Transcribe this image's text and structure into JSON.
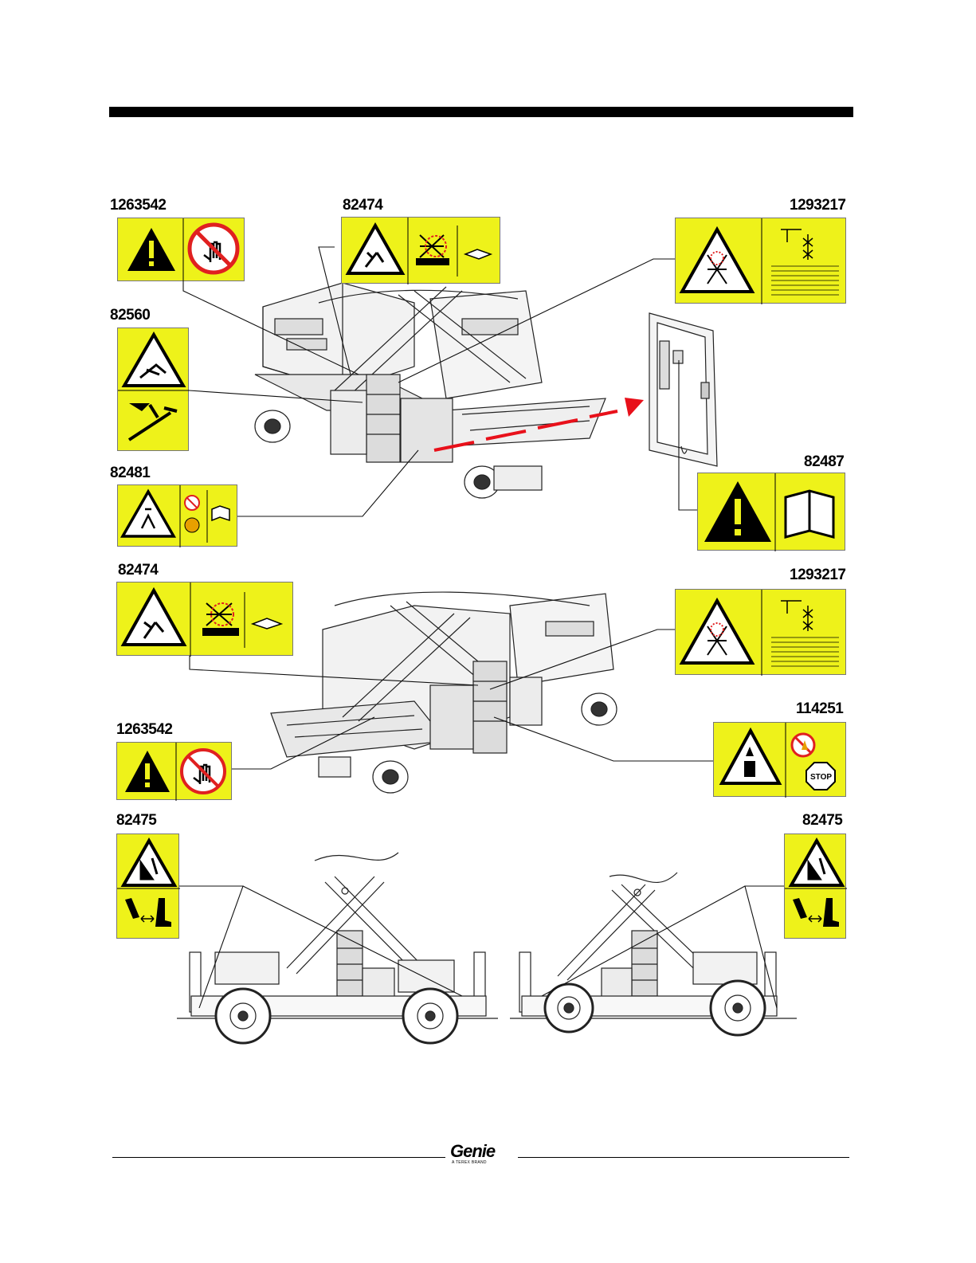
{
  "decal_labels": {
    "d1": "1263542",
    "d2": "82474",
    "d3": "1293217",
    "d4": "82560",
    "d5": "82481",
    "d6": "82487",
    "d7": "82474",
    "d8": "1293217",
    "d9": "114251",
    "d10": "1263542",
    "d11": "82475",
    "d12": "82475"
  },
  "icons": {
    "warning": "warning-triangle-icon",
    "no_entry": "stop-hand-icon",
    "crush": "crush-hazard-icon",
    "manual": "manual-book-icon",
    "fire": "no-fire-icon",
    "stop": "stop-sign-icon"
  },
  "colors": {
    "decal_yellow": "#eef21a",
    "arrow_red": "#e8101a",
    "prohibition_red": "#e02020"
  },
  "footer": {
    "logo": "Genie",
    "logo_sub": "A TEREX BRAND"
  }
}
